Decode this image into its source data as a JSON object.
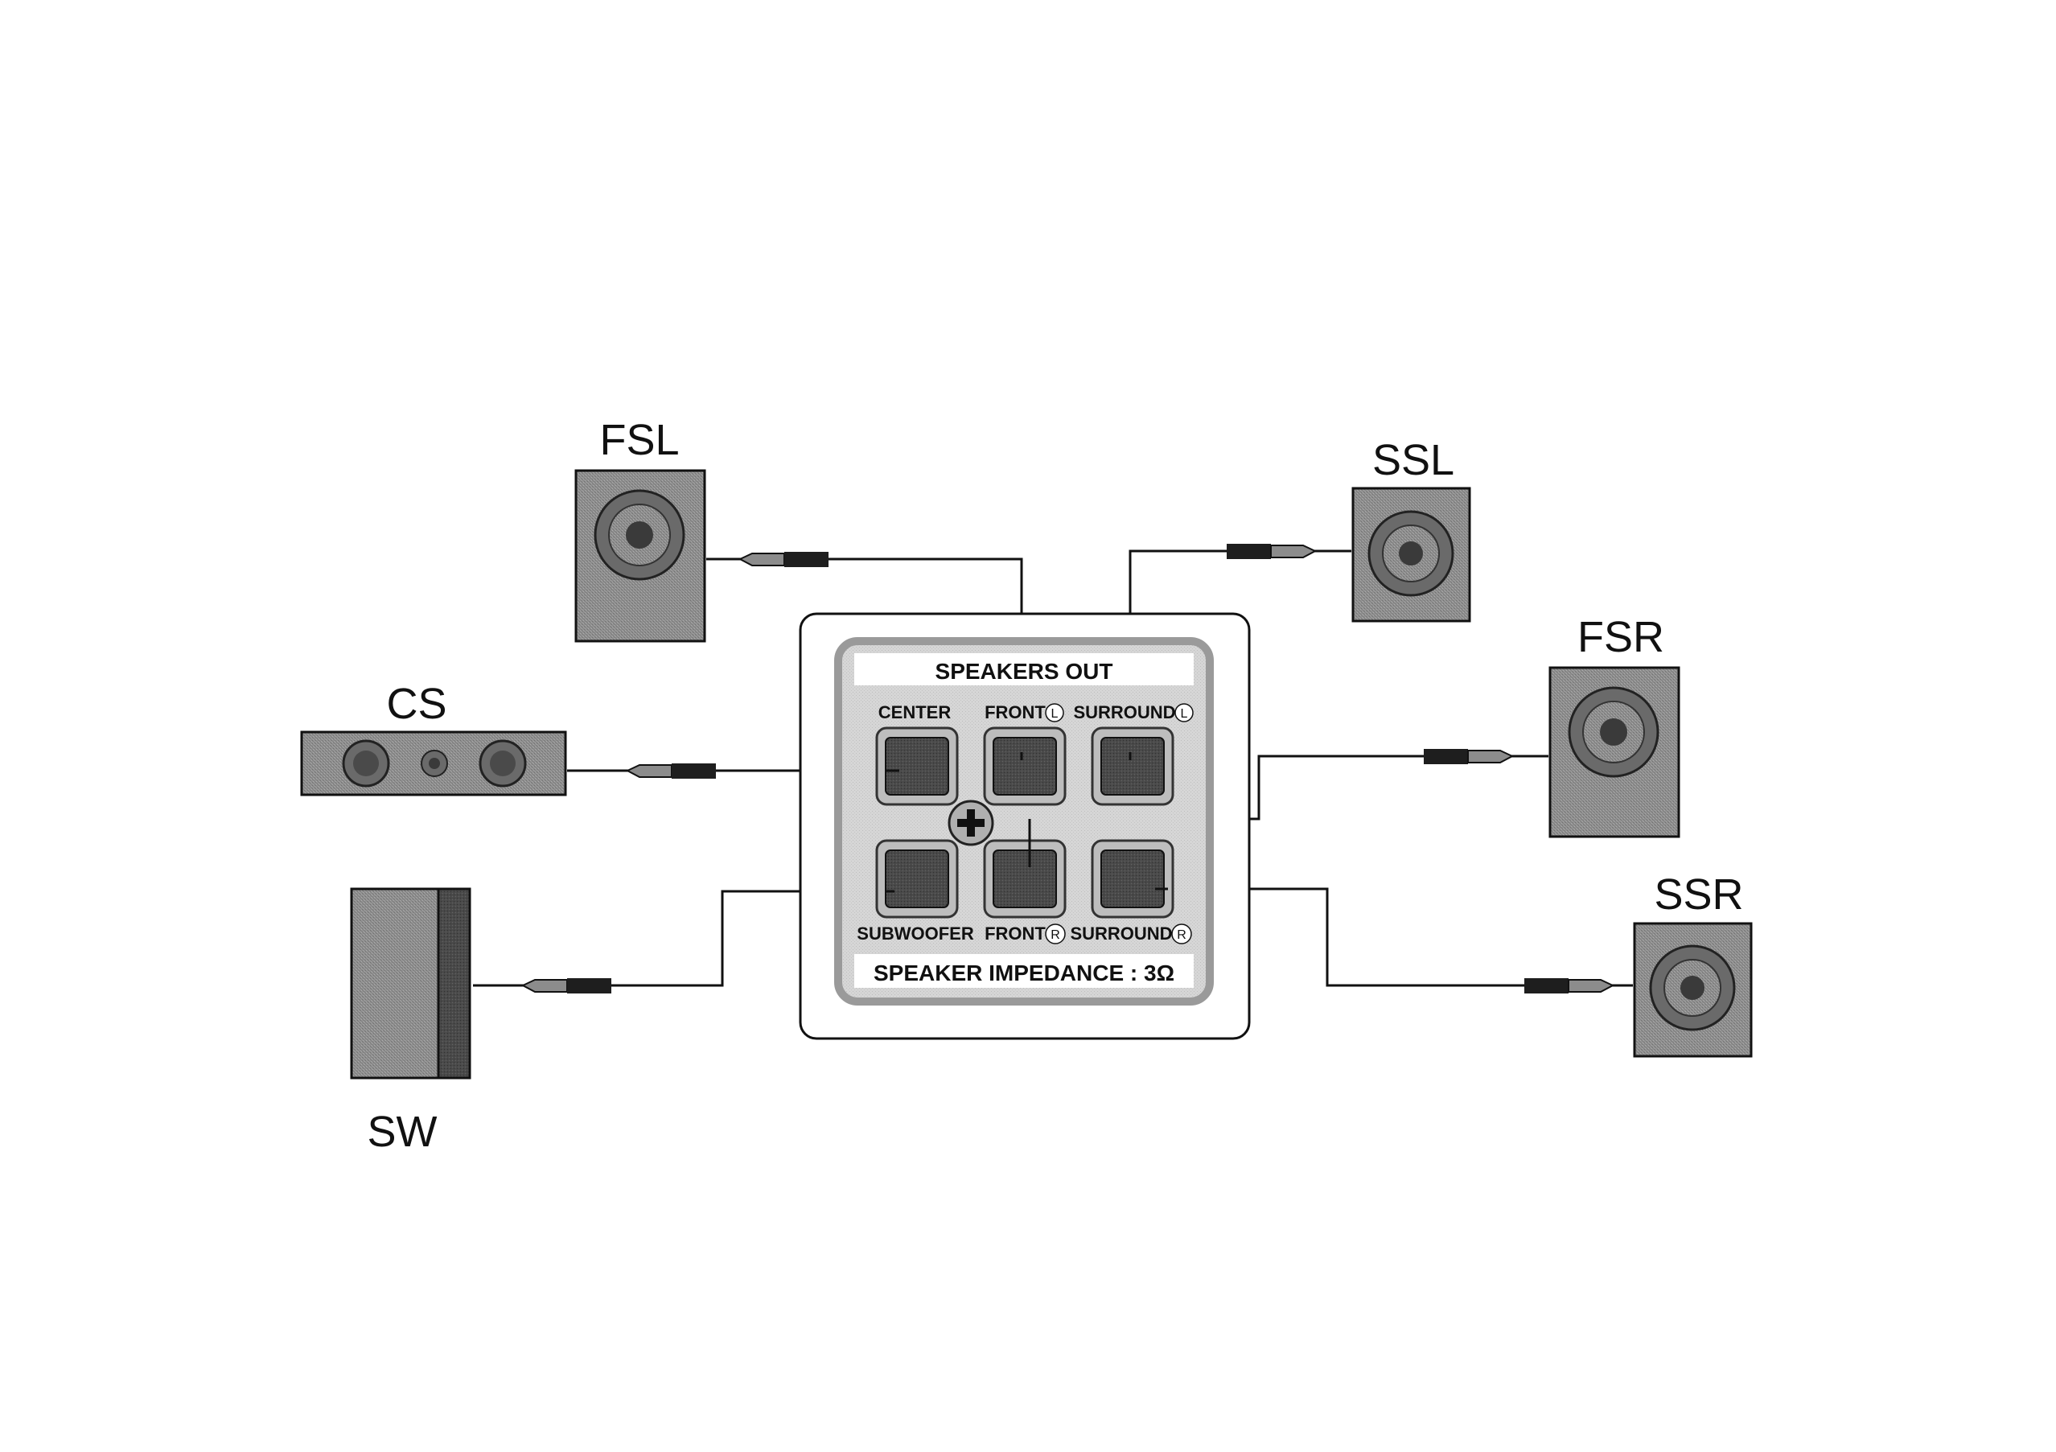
{
  "speakers": {
    "fsl": "FSL",
    "ssl": "SSL",
    "fsr": "FSR",
    "cs": "CS",
    "sw": "SW",
    "ssr": "SSR"
  },
  "panel": {
    "title": "SPEAKERS OUT",
    "impedance": "SPEAKER IMPEDANCE : 3Ω",
    "terminals": {
      "center": "CENTER",
      "front_l": "FRONT",
      "surround_l": "SURROUND",
      "subwoofer": "SUBWOOFER",
      "front_r": "FRONT",
      "surround_r": "SURROUND"
    },
    "badges": {
      "left": "L",
      "right": "R"
    }
  },
  "colors": {
    "speaker_gray": "#8c8c8c",
    "terminal_dark": "#444444",
    "panel_inner": "#d8d8d8",
    "panel_outer": "#b8b8b8"
  }
}
